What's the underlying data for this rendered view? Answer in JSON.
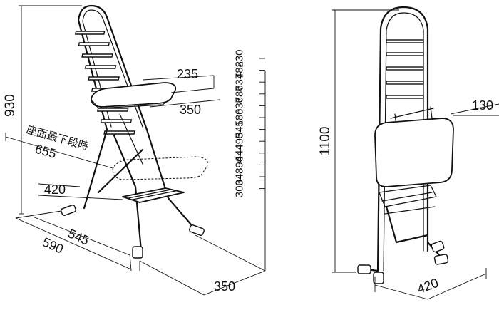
{
  "labels": {
    "overall_height": "930",
    "seat_depth_top": "235",
    "seat_width_top": "350",
    "seat_lowest_label": "座面最下段時",
    "seat_lowest_value": "655",
    "footrest": "420",
    "depth_inner": "545",
    "depth_outer": "590",
    "base_width": "350",
    "folded_height": "1100",
    "folded_depth": "130",
    "folded_width": "420"
  },
  "height_scale": {
    "values": [
      "830",
      "782",
      "734",
      "686",
      "637",
      "589",
      "541",
      "493",
      "444",
      "396",
      "348",
      "300"
    ]
  },
  "colors": {
    "line": "#111111",
    "background": "#ffffff",
    "seat_fill": "#ffffff"
  }
}
